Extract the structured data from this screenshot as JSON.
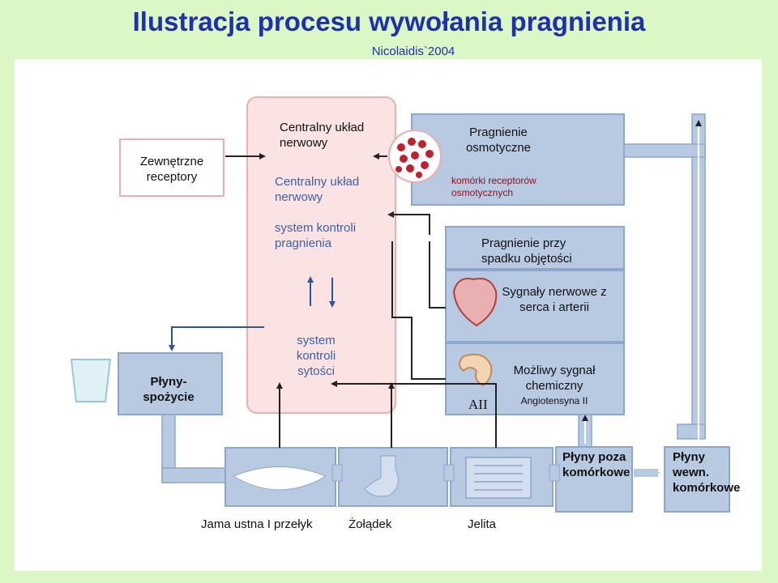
{
  "title": "Ilustracja procesu wywołania pragnienia",
  "subtitle": "Nicolaidis`2004",
  "labels": {
    "external_receptors": "Zewnętrzne receptory",
    "cns_header": "Centralny układ nerwowy",
    "cns": "Centralny układ nerwowy",
    "thirst_control": "system kontroli pragnienia",
    "satiety_control": "system kontroli sytości",
    "osmotic_thirst": "Pragnienie osmotyczne",
    "osmo_cells": "komórki receptorów osmotycznych",
    "volume_thirst": "Pragnienie przy spadku objętości",
    "neural_signals": "Sygnały nerwowe z serca i arterii",
    "chemical_signal": "Możliwy sygnał chemiczny",
    "angiotensin": "Angiotensyna II",
    "aii": "AII",
    "fluid_intake": "Płyny-spożycie",
    "extracellular": "Płyny poza komórkowe",
    "intracellular": "Płyny wewn. komórkowe",
    "mouth": "Jama ustna I przełyk",
    "stomach": "Żołądek",
    "intestine": "Jelita"
  },
  "colors": {
    "title": "#1f2fb0",
    "background": "#dcf7c6",
    "box": "#b8c9e2",
    "box_border": "#8ea6cc",
    "cns_fill": "#fbe3e3",
    "cns_border": "#e6b1b1",
    "red_text": "#8a1420",
    "blue_text": "#3b5fa8"
  }
}
